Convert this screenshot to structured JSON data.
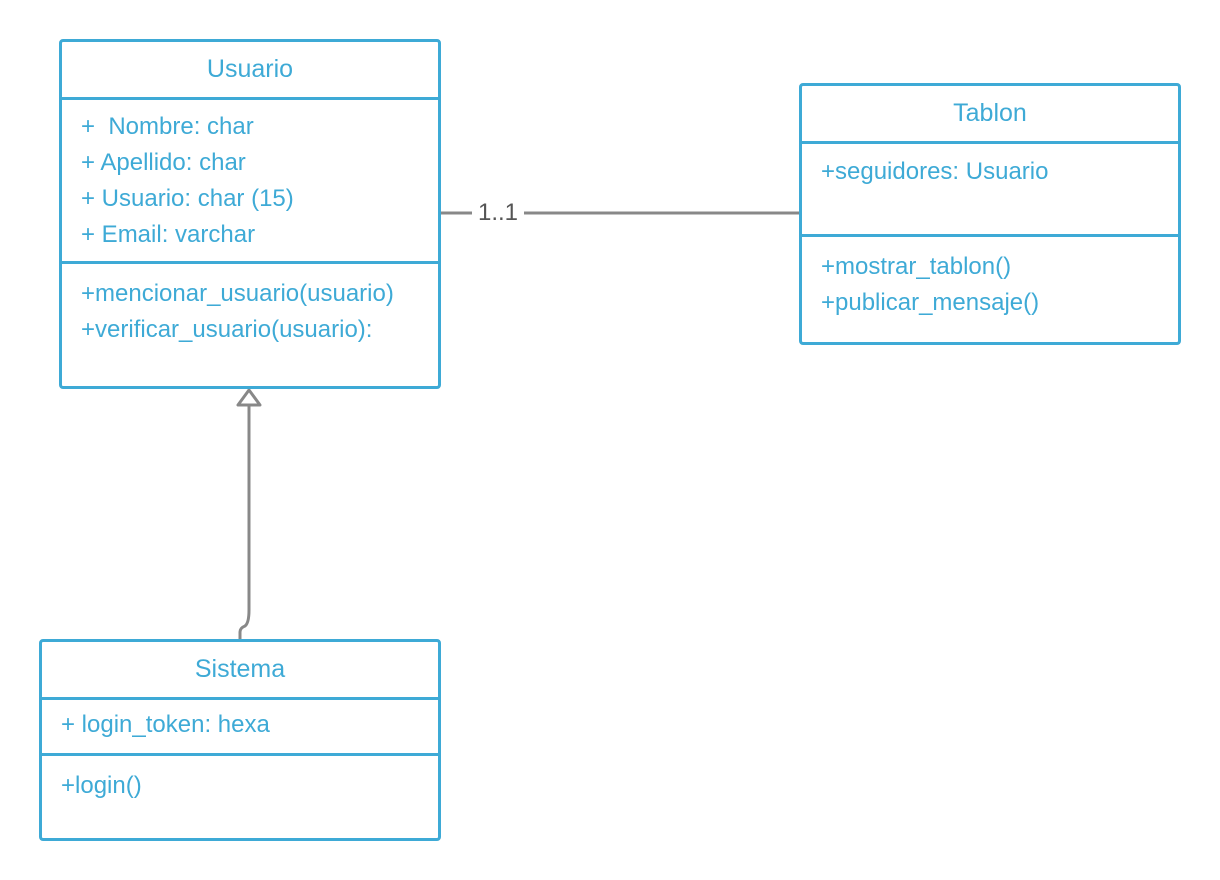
{
  "colors": {
    "class_border": "#3eaad6",
    "class_text": "#3eaad6",
    "connector": "#888888",
    "label_text": "#555555"
  },
  "classes": {
    "usuario": {
      "name": "Usuario",
      "attributes": [
        "+  Nombre: char",
        "+ Apellido: char",
        "+ Usuario: char (15)",
        "+ Email: varchar"
      ],
      "methods": [
        "+mencionar_usuario(usuario)",
        "+verificar_usuario(usuario):"
      ]
    },
    "tablon": {
      "name": "Tablon",
      "attributes": [
        "+seguidores: Usuario"
      ],
      "methods": [
        "+mostrar_tablon()",
        "+publicar_mensaje()"
      ]
    },
    "sistema": {
      "name": "Sistema",
      "attributes": [
        "+ login_token: hexa"
      ],
      "methods": [
        "+login()"
      ]
    }
  },
  "relations": {
    "association": {
      "from": "Usuario",
      "to": "Tablon",
      "multiplicity": "1..1"
    },
    "generalization": {
      "from": "Sistema",
      "to": "Usuario"
    }
  }
}
